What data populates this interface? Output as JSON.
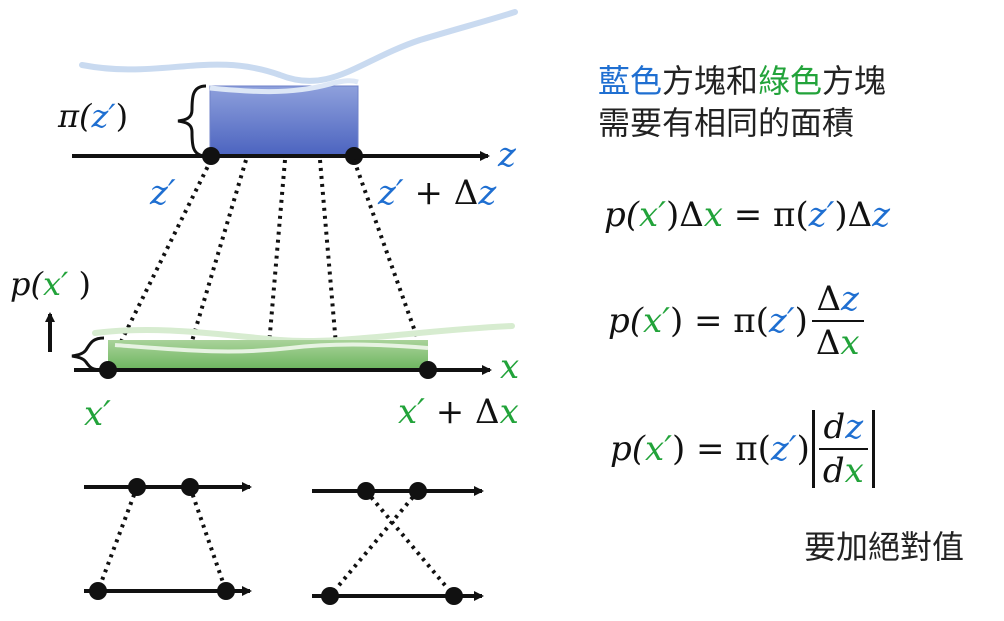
{
  "colors": {
    "blue": "#1f6fd1",
    "green": "#22a33a",
    "black": "#111111"
  },
  "top_axis": {
    "var": "z",
    "pi_label": "π(",
    "pi_var": "z′",
    "pi_close": ")",
    "left_point": "z′",
    "right_point_var": "z′",
    "right_point_suffix": " + Δ",
    "right_point_delta_var": "z"
  },
  "middle_axis": {
    "var": "x",
    "p_label": "p(",
    "p_var": "x′",
    "p_close": " )",
    "left_point": "x′",
    "right_point_var": "x′",
    "right_point_suffix": " + Δ",
    "right_point_delta_var": "x"
  },
  "text": {
    "line1_blue": "藍色",
    "line1_mid": "方塊和",
    "line1_green": "綠色",
    "line1_end": "方塊",
    "line2": "需要有相同的面積",
    "note": "要加絕對值"
  },
  "equations": {
    "eq1": {
      "p": "p(",
      "x": "x′",
      "a": ")Δ",
      "x2": "x",
      "b": " = π(",
      "z": "z′",
      "c": ")Δ",
      "z2": "z"
    },
    "eq2": {
      "p": "p(",
      "x": "x′",
      "a": ") = π(",
      "z": "z′",
      "b": ")",
      "num_pre": "Δ",
      "num_var": "z",
      "den_pre": "Δ",
      "den_var": "x"
    },
    "eq3": {
      "p": "p(",
      "x": "x′",
      "a": ") = π(",
      "z": "z′",
      "b": ")",
      "num_pre": "d",
      "num_var": "z",
      "den_pre": "d",
      "den_var": "x"
    }
  }
}
